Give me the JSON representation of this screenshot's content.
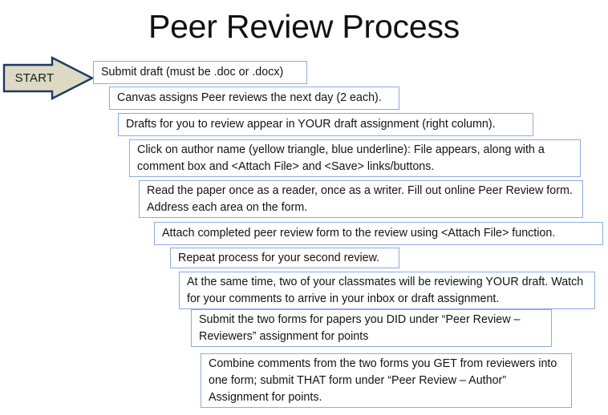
{
  "slide": {
    "title": "Peer Review Process",
    "background_color": "#FFFFFF"
  },
  "start_shape": {
    "label": "START",
    "shape": "right-block-arrow",
    "fill_color": "#DDD9C3",
    "border_color": "#1F3864"
  },
  "style": {
    "box_border_color": "#8FAADC",
    "box_fill_color": "#FFFFFF",
    "text_color": "#131313"
  },
  "steps": [
    {
      "index": 1,
      "text": "Submit draft (must be .doc or .docx)"
    },
    {
      "index": 2,
      "text": "Canvas assigns Peer reviews the next day (2 each)."
    },
    {
      "index": 3,
      "text": "Drafts for you to review appear in YOUR draft assignment (right column)."
    },
    {
      "index": 4,
      "text": "Click on author name (yellow triangle, blue underline): File appears, along with a comment box and <Attach File> and <Save> links/buttons."
    },
    {
      "index": 5,
      "text": "Read the paper once as a reader, once as a writer.  Fill out online Peer Review form.  Address each area on the form."
    },
    {
      "index": 6,
      "text": "Attach completed peer review form to the review using <Attach File> function."
    },
    {
      "index": 7,
      "text": "Repeat process for your second review."
    },
    {
      "index": 8,
      "text": "At the same time, two of your classmates will be reviewing YOUR draft. Watch for your comments to arrive in your inbox or draft assignment."
    },
    {
      "index": 9,
      "text": "Submit the two forms for papers you DID under “Peer Review – Reviewers” assignment for points"
    },
    {
      "index": 10,
      "text": "Combine comments from the two forms you GET from reviewers into one form; submit THAT form under “Peer Review – Author” Assignment for points."
    }
  ]
}
